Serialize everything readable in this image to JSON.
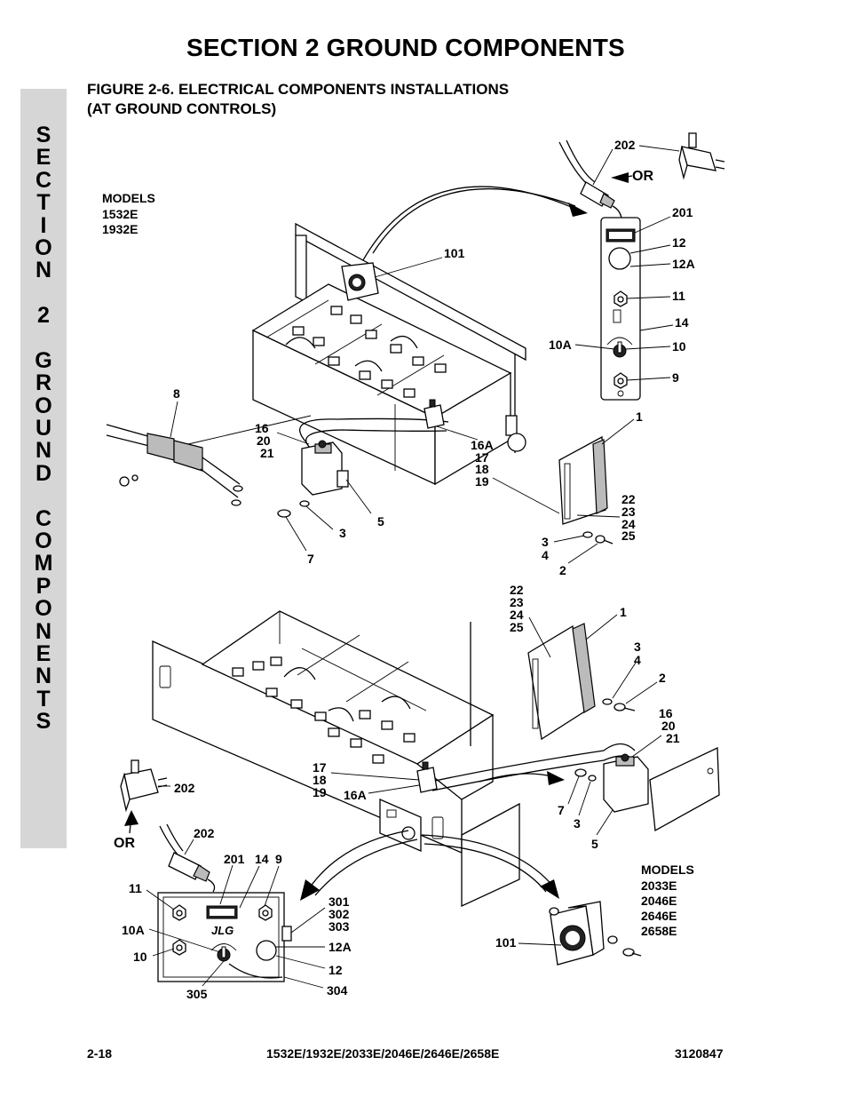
{
  "section_title": "SECTION 2   GROUND COMPONENTS",
  "figure_title_line1": "FIGURE 2-6.   ELECTRICAL COMPONENTS INSTALLATIONS",
  "figure_title_line2": "(AT GROUND CONTROLS)",
  "side_tab_letters": [
    "S",
    "E",
    "C",
    "T",
    "I",
    "O",
    "N",
    "",
    "2",
    "",
    "G",
    "R",
    "O",
    "U",
    "N",
    "D",
    "",
    "C",
    "O",
    "M",
    "P",
    "O",
    "N",
    "E",
    "N",
    "T",
    "S"
  ],
  "footer": {
    "left": "2-18",
    "center": "1532E/1932E/2033E/2046E/2646E/2658E",
    "right": "3120847"
  },
  "upper": {
    "models_heading": "MODELS",
    "models": [
      "1532E",
      "1932E"
    ],
    "labels": {
      "l202": "202",
      "or": "OR",
      "l201": "201",
      "l12": "12",
      "l12a": "12A",
      "l11": "11",
      "l14": "14",
      "l10a": "10A",
      "l10": "10",
      "l9": "9",
      "l101": "101",
      "l8": "8",
      "l1": "1",
      "l16": "16",
      "l20": "20",
      "l21": "21",
      "l16a": "16A",
      "l17": "17",
      "l18": "18",
      "l19": "19",
      "l22": "22",
      "l23": "23",
      "l24": "24",
      "l25": "25",
      "l5": "5",
      "l3": "3",
      "l7": "7",
      "l3b": "3",
      "l4": "4",
      "l2": "2"
    }
  },
  "lower": {
    "models_heading": "MODELS",
    "models": [
      "2033E",
      "2046E",
      "2646E",
      "2658E"
    ],
    "labels": {
      "l22": "22",
      "l23": "23",
      "l24": "24",
      "l25": "25",
      "l1": "1",
      "l3": "3",
      "l4": "4",
      "l2": "2",
      "l16": "16",
      "l20": "20",
      "l21": "21",
      "l17": "17",
      "l18": "18",
      "l19": "19",
      "l16a": "16A",
      "l7": "7",
      "l3b": "3",
      "l5": "5",
      "l202a": "202",
      "or": "OR",
      "l202b": "202",
      "l201": "201",
      "l14": "14",
      "l9": "9",
      "l11": "11",
      "l10a": "10A",
      "l10": "10",
      "l305": "305",
      "l301": "301",
      "l302": "302",
      "l303": "303",
      "l12a": "12A",
      "l12": "12",
      "l304": "304",
      "l101": "101"
    }
  }
}
